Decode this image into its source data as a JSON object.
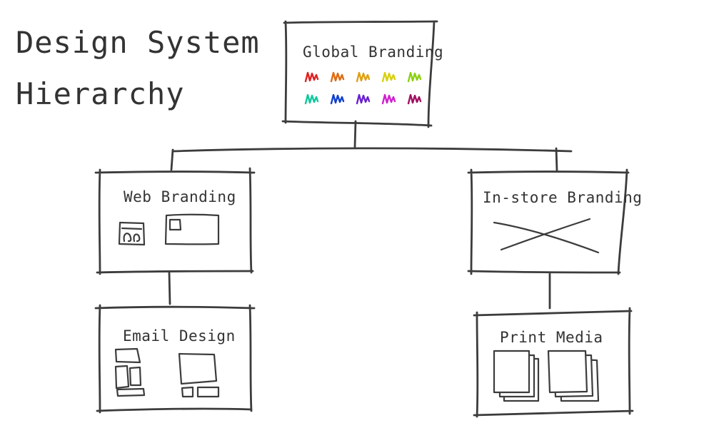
{
  "title": {
    "line1": "Design System",
    "line2": "Hierarchy"
  },
  "nodes": {
    "global": {
      "label": "Global Branding"
    },
    "web": {
      "label": "Web Branding"
    },
    "instore": {
      "label": "In-store Branding"
    },
    "email": {
      "label": "Email Design"
    },
    "print": {
      "label": "Print Media"
    }
  },
  "palette": {
    "colors": [
      "#e02020",
      "#e06a10",
      "#e0a010",
      "#d8d010",
      "#8cd010",
      "#10c89c",
      "#1040d0",
      "#6a20d0",
      "#d020d0",
      "#a01060"
    ]
  },
  "stroke_color": "#3c3c3c"
}
